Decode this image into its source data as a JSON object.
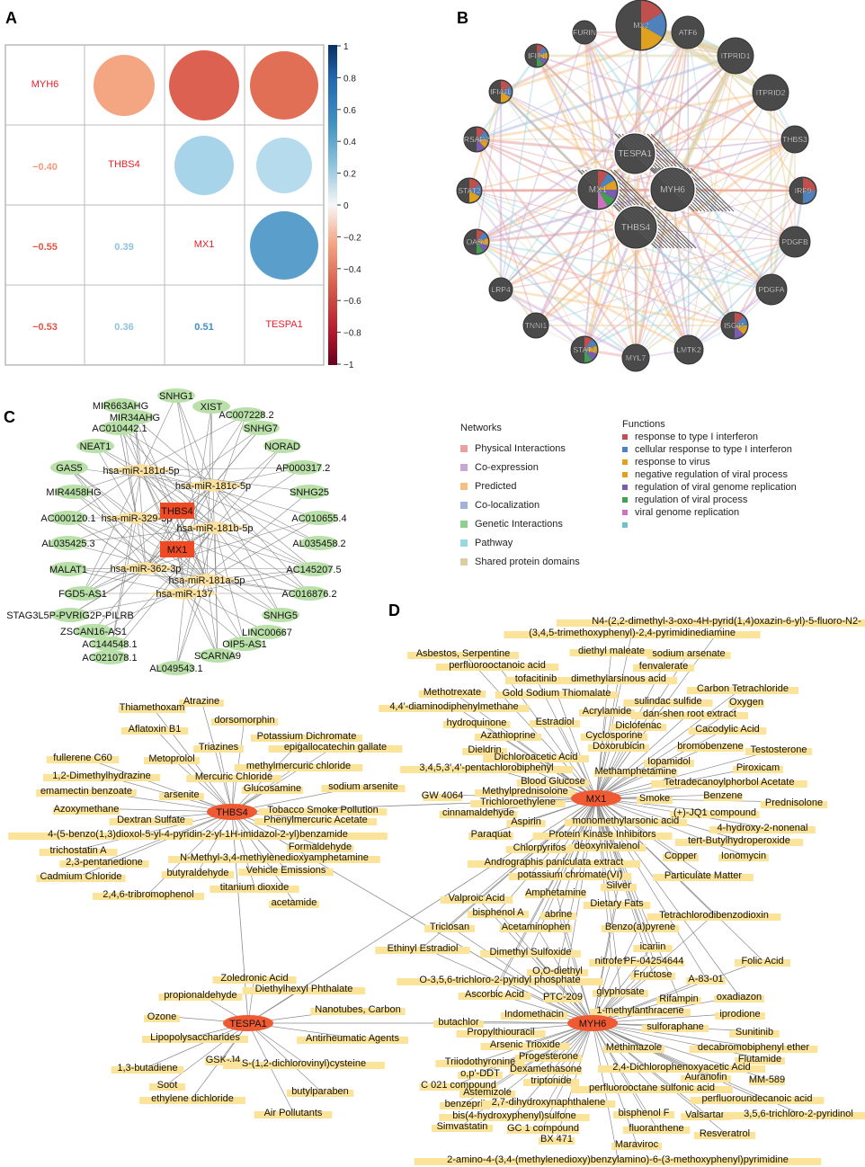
{
  "panels": {
    "a": "A",
    "b": "B",
    "c": "C",
    "d": "D"
  },
  "panel_a": {
    "genes": [
      "MYH6",
      "THBS4",
      "MX1",
      "TESPA1"
    ],
    "correlations": [
      {
        "row": 1,
        "col": 0,
        "value": "−0.40",
        "r": -0.4
      },
      {
        "row": 2,
        "col": 0,
        "value": "−0.55",
        "r": -0.55
      },
      {
        "row": 2,
        "col": 1,
        "value": "0.39",
        "r": 0.39
      },
      {
        "row": 3,
        "col": 0,
        "value": "−0.53",
        "r": -0.53
      },
      {
        "row": 3,
        "col": 1,
        "value": "0.36",
        "r": 0.36
      },
      {
        "row": 3,
        "col": 2,
        "value": "0.51",
        "r": 0.51
      }
    ],
    "colorbar_ticks": [
      "1",
      "0.8",
      "0.6",
      "0.4",
      "0.2",
      "0",
      "−0.2",
      "−0.4",
      "−0.6",
      "−0.8",
      "−1"
    ]
  },
  "panel_b": {
    "center": [
      "TESPA1",
      "MX1",
      "MYH6",
      "THBS4"
    ],
    "ring": [
      "MX2",
      "ATF6",
      "ITPRID1",
      "ITPRID2",
      "THBS3",
      "IRF9",
      "PDGFB",
      "PDGFA",
      "ISG15",
      "LMTK2",
      "MYL7",
      "STAT1",
      "TNNI1",
      "LRP4",
      "OAS1",
      "STAT2",
      "RSAD2",
      "IFI44L",
      "IFIT1",
      "FURIN"
    ],
    "networks_title": "Networks",
    "networks": [
      {
        "label": "Physical Interactions",
        "color": "#e8a0a0"
      },
      {
        "label": "Co-expression",
        "color": "#c9a8d4"
      },
      {
        "label": "Predicted",
        "color": "#f5c080"
      },
      {
        "label": "Co-localization",
        "color": "#a0b4d8"
      },
      {
        "label": "Genetic Interactions",
        "color": "#8fd08f"
      },
      {
        "label": "Pathway",
        "color": "#9ad8e0"
      },
      {
        "label": "Shared protein domains",
        "color": "#d8d0a0"
      }
    ],
    "functions_title": "Functions",
    "functions": [
      {
        "label": "response to type I interferon",
        "color": "#c0504d"
      },
      {
        "label": "cellular response to type I interferon",
        "color": "#4f81bd"
      },
      {
        "label": "response to virus",
        "color": "#e0a020"
      },
      {
        "label": "negative regulation of viral process",
        "color": "#e0a020"
      },
      {
        "label": "regulation of viral genome replication",
        "color": "#7a5cb0"
      },
      {
        "label": "regulation of viral process",
        "color": "#40a050"
      },
      {
        "label": "viral genome replication",
        "color": "#d070c0"
      },
      {
        "label": "",
        "color": "#70c0d0"
      }
    ]
  },
  "panel_c": {
    "mrnas": [
      "THBS4",
      "MX1"
    ],
    "mirnas": [
      "hsa-miR-181d-5p",
      "hsa-miR-181c-5p",
      "hsa-miR-329-3p",
      "hsa-miR-181b-5p",
      "hsa-miR-362-3p",
      "hsa-miR-181a-5p",
      "hsa-miR-137"
    ],
    "lncrnas": [
      "SNHG1",
      "MIR663AHG",
      "XIST",
      "MIR34AHG",
      "AC007228.2",
      "AC010442.1",
      "SNHG7",
      "NEAT1",
      "NORAD",
      "GAS5",
      "AP000317.2",
      "MIR4458HG",
      "SNHG25",
      "AC000120.1",
      "AC010655.4",
      "AL035425.3",
      "AL035458.2",
      "MALAT1",
      "AC145207.5",
      "FGD5-AS1",
      "AC016876.2",
      "STAG3L5P-PVRIG2P-PILRB",
      "SNHG5",
      "ZSCAN16-AS1",
      "LINC00667",
      "AC144548.1",
      "OIP5-AS1",
      "AC021078.1",
      "SCARNA9",
      "AL049543.1"
    ]
  },
  "panel_d": {
    "hubs": [
      "THBS4",
      "MX1",
      "TESPA1",
      "MYH6"
    ],
    "thbs4_chems": [
      "Atrazine",
      "Thiamethoxam",
      "Aflatoxin B1",
      "dorsomorphin",
      "Triazines",
      "Potassium Dichromate",
      "fullerene C60",
      "Metoprolol",
      "epigallocatechin gallate",
      "1,2-Dimethylhydrazine",
      "Mercuric Chloride",
      "methylmercuric chloride",
      "emamectin benzoate",
      "Glucosamine",
      "arsenite",
      "sodium arsenite",
      "Azoxymethane",
      "Tobacco Smoke Pollution",
      "Dextran Sulfate",
      "Phenylmercuric Acetate",
      "4-(5-benzo(1,3)dioxol-5-yl-4-pyridin-2-yl-1H-imidazol-2-yl)benzamide",
      "Formaldehyde",
      "trichostatin A",
      "N-Methyl-3,4-methylenedioxyamphetamine",
      "2,3-pentanedione",
      "Vehicle Emissions",
      "Cadmium Chloride",
      "butyraldehyde",
      "titanium dioxide",
      "2,4,6-tribromophenol",
      "acetamide"
    ],
    "mx1_chems": [
      "N4-(2,2-dimethyl-3-oxo-4H-pyrid(1,4)oxazin-6-yl)-5-fluoro-N2-",
      "(3,4,5-trimethoxyphenyl)-2,4-pyrimidinediamine",
      "Asbestos, Serpentine",
      "diethyl maleate",
      "sodium arsenate",
      "perfluorooctanoic acid",
      "fenvalerate",
      "tofacitinib",
      "dimethylarsinous acid",
      "Methotrexate",
      "Gold Sodium Thiomalate",
      "Carbon Tetrachloride",
      "sulindac sulfide",
      "Oxygen",
      "4,4'-diaminodiphenylmethane",
      "Acrylamide",
      "dan-shen root extract",
      "Estradiol",
      "hydroquinone",
      "Diclofenac",
      "Cacodylic Acid",
      "Azathioprine",
      "Cyclosporine",
      "bromobenzene",
      "Testosterone",
      "Dieldrin",
      "Doxorubicin",
      "Dichloroacetic Acid",
      "Iopamidol",
      "3,4,5,3',4'-pentachlorobiphenyl",
      "Piroxicam",
      "Methamphetamine",
      "Methylprednisolone",
      "Blood Glucose",
      "Tetradecanoylphorbol Acetate",
      "GW 4064",
      "Trichloroethylene",
      "Smoke",
      "Benzene",
      "Prednisolone",
      "cinnamaldehyde",
      "(+)-JQ1 compound",
      "Aspirin",
      "monomethylarsonic acid",
      "4-hydroxy-2-nonenal",
      "Paraquat",
      "Protein Kinase Inhibitors",
      "tert-Butylhydroperoxide",
      "Chlorpyrifos",
      "deoxynivalenol",
      "Copper",
      "Ionomycin",
      "Andrographis paniculata extract",
      "potassium chromate(VI)",
      "Particulate Matter"
    ],
    "shared_chems": [
      "Amphetamine",
      "Silver",
      "Dietary Fats",
      "Tetrachlorodibenzodioxin",
      "Valproic Acid",
      "bisphenol A",
      "abrine",
      "Acetaminophen",
      "Benzo(a)pyrene",
      "Triclosan",
      "Ethinyl Estradiol",
      "Dimethyl Sulfoxide",
      "icariin",
      "nitrofen",
      "PF-04254644",
      "Folic Acid",
      "O,O-diethyl",
      "O-3,5,6-trichloro-2-pyridyl phosphate",
      "Fructose",
      "A-83-01",
      "Ascorbic Acid",
      "PTC-209",
      "glyphosate",
      "Rifampin",
      "oxadiazon"
    ],
    "tespa1_chems": [
      "Zoledronic Acid",
      "Diethylhexyl Phthalate",
      "propionaldehyde",
      "Nanotubes, Carbon",
      "Ozone",
      "Antirheumatic Agents",
      "Lipopolysaccharides",
      "1,3-butadiene",
      "GSK-J4",
      "S-(1,2-dichlorovinyl)cysteine",
      "Soot",
      "butylparaben",
      "ethylene dichloride",
      "Air Pollutants"
    ],
    "myh6_chems": [
      "1-methylanthracene",
      "Indomethacin",
      "iprodione",
      "butachlor",
      "sulforaphane",
      "Sunitinib",
      "Propylthiouracil",
      "Arsenic Trioxide",
      "Methimazole",
      "decabromobiphenyl ether",
      "Triiodothyronine",
      "Progesterone",
      "Flutamide",
      "o,p'-DDT",
      "Dexamethasone",
      "2,4-Dichlorophenoxyacetic Acid",
      "Auranofin",
      "C 021 compound",
      "triptonide",
      "MM-589",
      "Astemizole",
      "perfluorooctane sulfonic acid",
      "perfluoroundecanoic acid",
      "benzepril",
      "2,7-dihydroxynaphthalene",
      "bis(4-hydroxyphenyl)sulfone",
      "bisphenol F",
      "Valsartan",
      "3,5,6-trichloro-2-pyridinol",
      "Simvastatin",
      "GC 1 compound",
      "fluoranthene",
      "Resveratrol",
      "BX 471",
      "Maraviroc",
      "2-amino-4-(3,4-(methylenedioxy)benzylamino)-6-(3-methoxyphenyl)pyrimidine"
    ]
  }
}
